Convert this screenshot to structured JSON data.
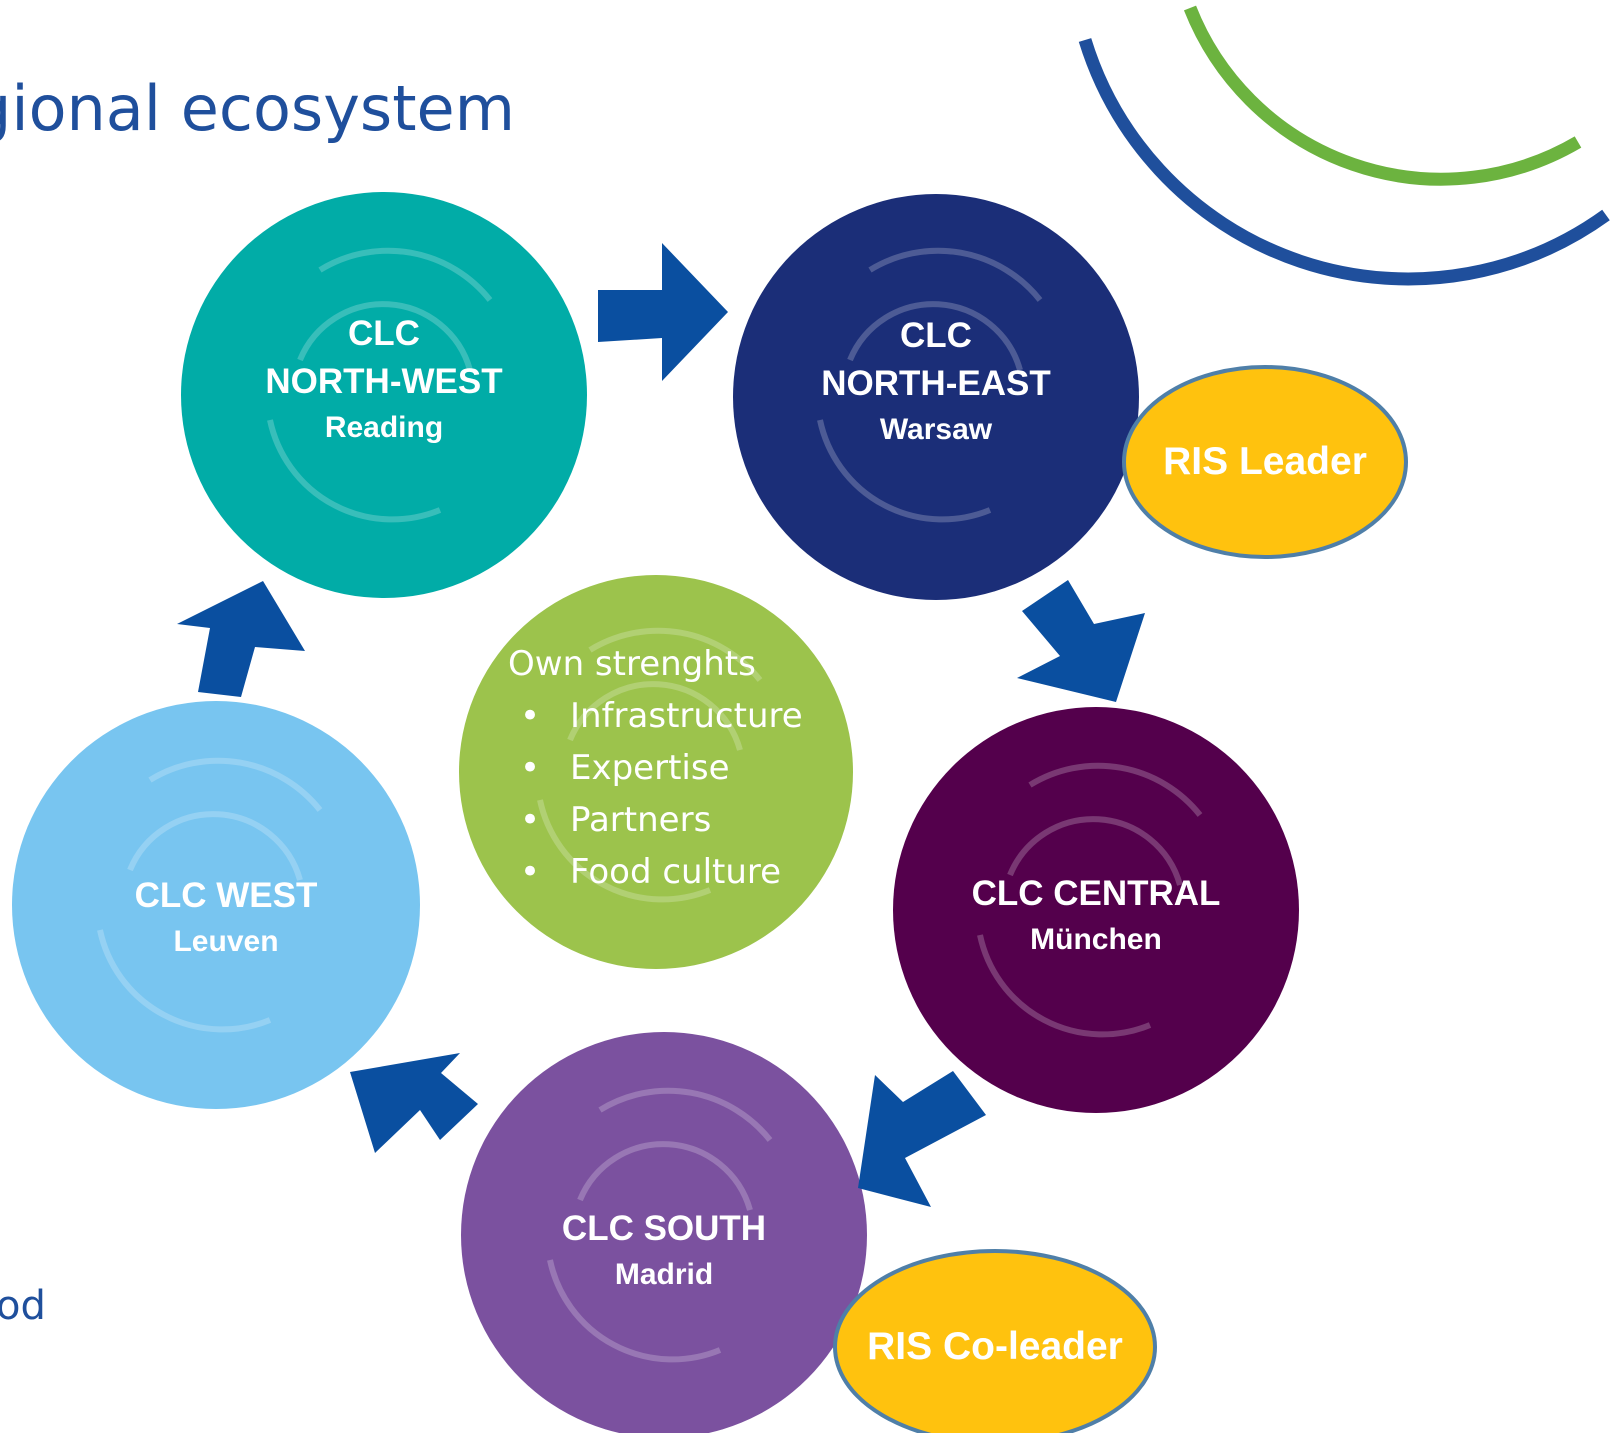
{
  "title": "gional ecosystem",
  "footer_logo": "od",
  "colors": {
    "title": "#1f4f9c",
    "arrow": "#0a4fa0",
    "badge": "#ffc20e",
    "badge_outline": "#4f7fa8",
    "deco_blue": "#1f4f9c",
    "deco_green": "#6cb33f"
  },
  "nodes": [
    {
      "id": "north-west",
      "line1": "CLC",
      "line2": "NORTH-WEST",
      "line3": "Reading",
      "color": "#01aca7"
    },
    {
      "id": "north-east",
      "line1": "CLC",
      "line2": "NORTH-EAST",
      "line3": "Warsaw",
      "color": "#1b2e78"
    },
    {
      "id": "central",
      "line1": "CLC CENTRAL",
      "line2": "München",
      "color": "#54004c"
    },
    {
      "id": "south",
      "line1": "CLC SOUTH",
      "line2": "Madrid",
      "color": "#7b519f"
    },
    {
      "id": "west",
      "line1": "CLC WEST",
      "line2": "Leuven",
      "color": "#78c5f0"
    }
  ],
  "center": {
    "heading": "Own strenghts",
    "items": [
      "Infrastructure",
      "Expertise",
      "Partners",
      "Food culture"
    ],
    "bullet": "•",
    "color": "#9cc34c"
  },
  "badges": {
    "leader": "RIS Leader",
    "coleader": "RIS Co-leader"
  }
}
